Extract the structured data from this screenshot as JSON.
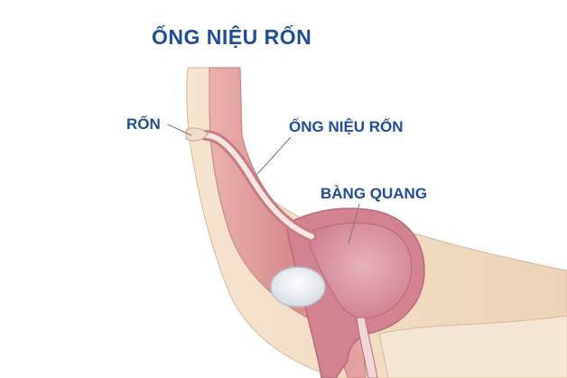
{
  "diagram": {
    "title": "ỐNG NIỆU RỐN",
    "labels": {
      "navel": "RỐN",
      "urachus": "ỐNG NIỆU RỐN",
      "bladder": "BÀNG QUANG"
    }
  },
  "colors": {
    "label_text": "#1f4e96",
    "skin": "#f3dcc4",
    "muscle": "#e0a0a0",
    "bladder_inner": "#d98b99",
    "urachus_tube": "#f7e6e6",
    "pubic_bone": "#eef0f5",
    "leader_line": "#7a7a7a"
  }
}
